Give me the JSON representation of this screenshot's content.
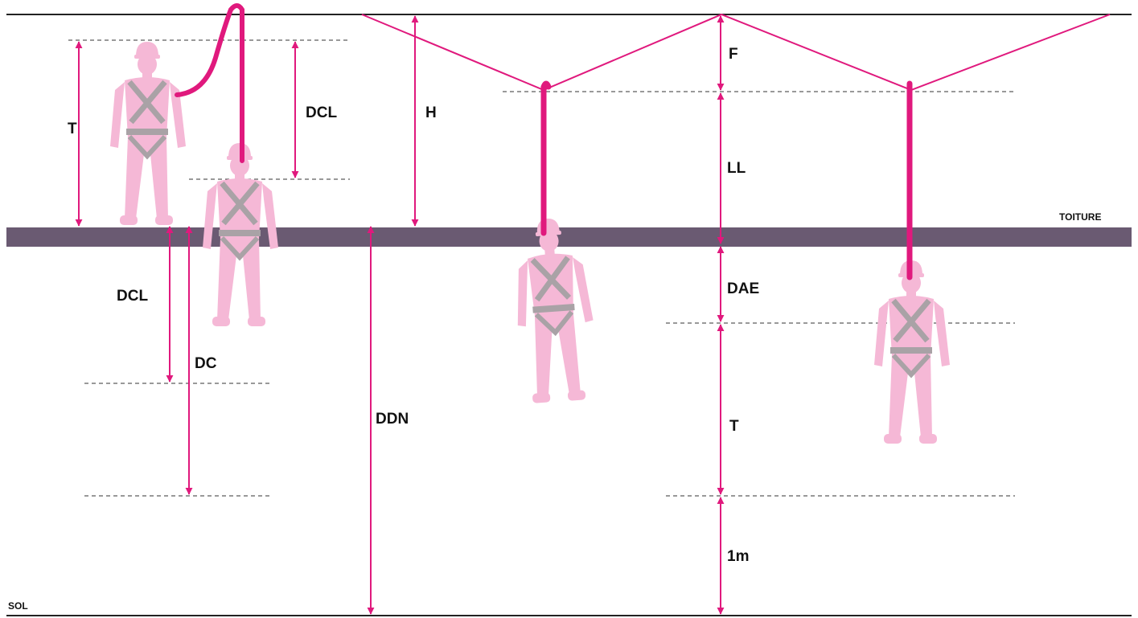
{
  "labels": {
    "toiture": "TOITURE",
    "sol": "SOL",
    "t_left": "T",
    "dcl_top": "DCL",
    "h": "H",
    "dcl_bottom": "DCL",
    "dc": "DC",
    "ddn": "DDN",
    "f": "F",
    "ll": "LL",
    "dae": "DAE",
    "t_right": "T",
    "one_m": "1m"
  },
  "colors": {
    "accent": "#e0197d",
    "roof": "#6a5a72",
    "figure": "#f5b8d6",
    "harness": "#a9a2a6",
    "ground_line": "#222222",
    "dashed": "#333333"
  }
}
